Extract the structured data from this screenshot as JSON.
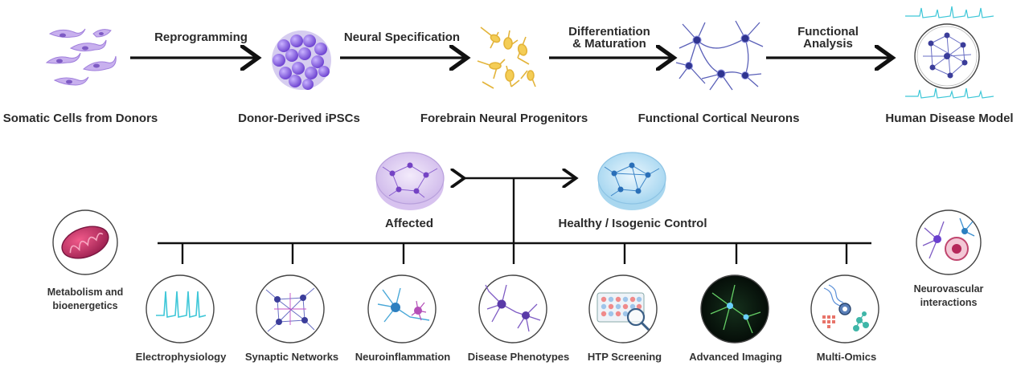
{
  "stages": [
    {
      "id": "somatic",
      "label": "Somatic Cells from Donors",
      "icon": "somatic-cells-icon"
    },
    {
      "id": "ipsc",
      "label": "Donor-Derived iPSCs",
      "icon": "ipsc-cluster-icon"
    },
    {
      "id": "progenitors",
      "label": "Forebrain Neural Progenitors",
      "icon": "neural-progenitor-icon"
    },
    {
      "id": "cortical",
      "label": "Functional Cortical Neurons",
      "icon": "cortical-neuron-icon"
    },
    {
      "id": "model",
      "label": "Human Disease Model",
      "icon": "neural-network-dish-icon"
    }
  ],
  "transitions": [
    {
      "label_line1": "Reprogramming",
      "label_line2": ""
    },
    {
      "label_line1": "Neural Specification",
      "label_line2": ""
    },
    {
      "label_line1": "Differentiation",
      "label_line2": "& Maturation"
    },
    {
      "label_line1": "Functional",
      "label_line2": "Analysis"
    }
  ],
  "comparison": {
    "affected": "Affected",
    "control": "Healthy / Isogenic Control"
  },
  "assays": [
    {
      "label": "Electrophysiology",
      "icon": "action-potential-icon"
    },
    {
      "label": "Synaptic Networks",
      "icon": "synaptic-network-icon"
    },
    {
      "label": "Neuroinflammation",
      "icon": "microglia-neuron-icon"
    },
    {
      "label": "Disease Phenotypes",
      "icon": "disease-neuron-icon"
    },
    {
      "label": "HTP Screening",
      "icon": "well-plate-icon"
    },
    {
      "label": "Advanced Imaging",
      "icon": "fluorescence-image-icon"
    },
    {
      "label": "Multi-Omics",
      "icon": "multi-omics-icon"
    }
  ],
  "side_topics": {
    "left": {
      "line1": "Metabolism and",
      "line2": "bioenergetics",
      "icon": "mitochondrion-icon"
    },
    "right": {
      "line1": "Neurovascular",
      "line2": "interactions",
      "icon": "neurovascular-icon"
    }
  },
  "colors": {
    "arrow": "#111111",
    "cell_purple": "#b48ee6",
    "ipsc_purple": "#7a52d8",
    "progenitor_yellow": "#f0c64a",
    "neuron_blue": "#3b3d9a",
    "signal_cyan": "#3ec7d8",
    "dish_blue": "#bfe3f5",
    "dish_lilac": "#e4d4f3"
  }
}
